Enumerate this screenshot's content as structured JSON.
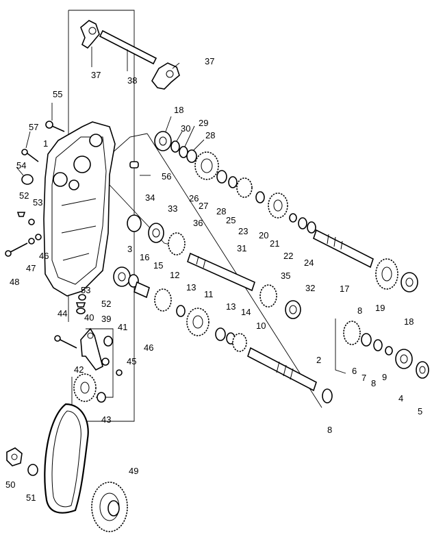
{
  "diagram": {
    "labels": [
      "1",
      "2",
      "3",
      "4",
      "5",
      "6",
      "7",
      "8",
      "8",
      "8",
      "9",
      "10",
      "11",
      "12",
      "13",
      "13",
      "14",
      "15",
      "16",
      "17",
      "18",
      "18",
      "19",
      "20",
      "21",
      "22",
      "23",
      "24",
      "25",
      "26",
      "27",
      "28",
      "28",
      "29",
      "30",
      "31",
      "32",
      "33",
      "34",
      "35",
      "36",
      "37",
      "37",
      "38",
      "39",
      "40",
      "41",
      "42",
      "43",
      "44",
      "45",
      "46",
      "46",
      "47",
      "48",
      "49",
      "50",
      "51",
      "52",
      "52",
      "53",
      "53",
      "54",
      "55",
      "56",
      "57"
    ]
  }
}
